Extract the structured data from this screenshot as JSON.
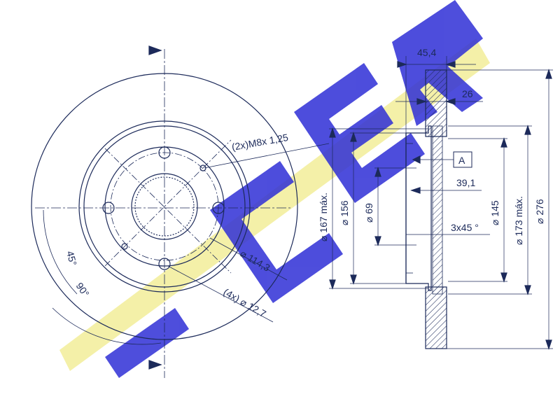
{
  "watermark": {
    "text": "ICER",
    "stripe_color": "#f3ee9e",
    "letter_color": "#2f2fd6"
  },
  "ink_color": "#1c2a5a",
  "labels": {
    "thread": "(2x)M8x 1,25",
    "pcd": "⌀ 114,3",
    "holes": "(4x) ⌀ 12,7",
    "angle45": "45°",
    "angle90": "90°",
    "width_total": "45,4",
    "width_disc": "26",
    "datum": "A",
    "depth": "39,1",
    "chamfer": "3x45 °",
    "d167": "⌀ 167 máx.",
    "d156": "⌀ 156",
    "d69": "⌀ 69",
    "d145": "⌀ 145",
    "d173": "⌀ 173 máx.",
    "d276": "⌀ 276"
  }
}
